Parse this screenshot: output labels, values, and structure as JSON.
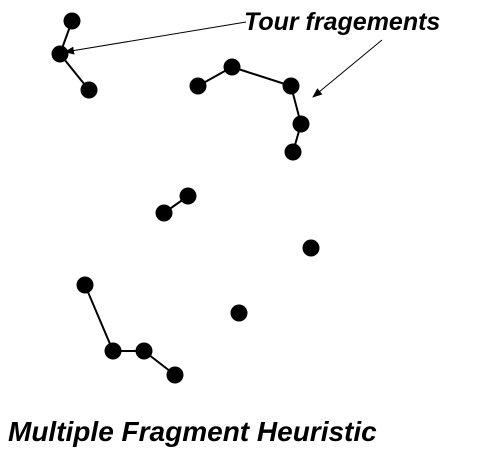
{
  "annotation": "Tour fragements",
  "caption": "Multiple Fragment Heuristic",
  "colors": {
    "node": "#000000",
    "edge": "#000000",
    "background": "#ffffff"
  },
  "nodes": [
    {
      "id": "a1"
    },
    {
      "id": "a2"
    },
    {
      "id": "a3"
    },
    {
      "id": "b1"
    },
    {
      "id": "b2"
    },
    {
      "id": "b3"
    },
    {
      "id": "b4"
    },
    {
      "id": "b5"
    },
    {
      "id": "c1"
    },
    {
      "id": "c2"
    },
    {
      "id": "d1"
    },
    {
      "id": "e1"
    },
    {
      "id": "f1"
    },
    {
      "id": "f2"
    },
    {
      "id": "f3"
    },
    {
      "id": "f4"
    }
  ],
  "fragments": [
    [
      "a1",
      "a2",
      "a3"
    ],
    [
      "b1",
      "b2",
      "b3",
      "b4",
      "b5"
    ],
    [
      "c1",
      "c2"
    ],
    [
      "f1",
      "f2",
      "f3",
      "f4"
    ]
  ]
}
